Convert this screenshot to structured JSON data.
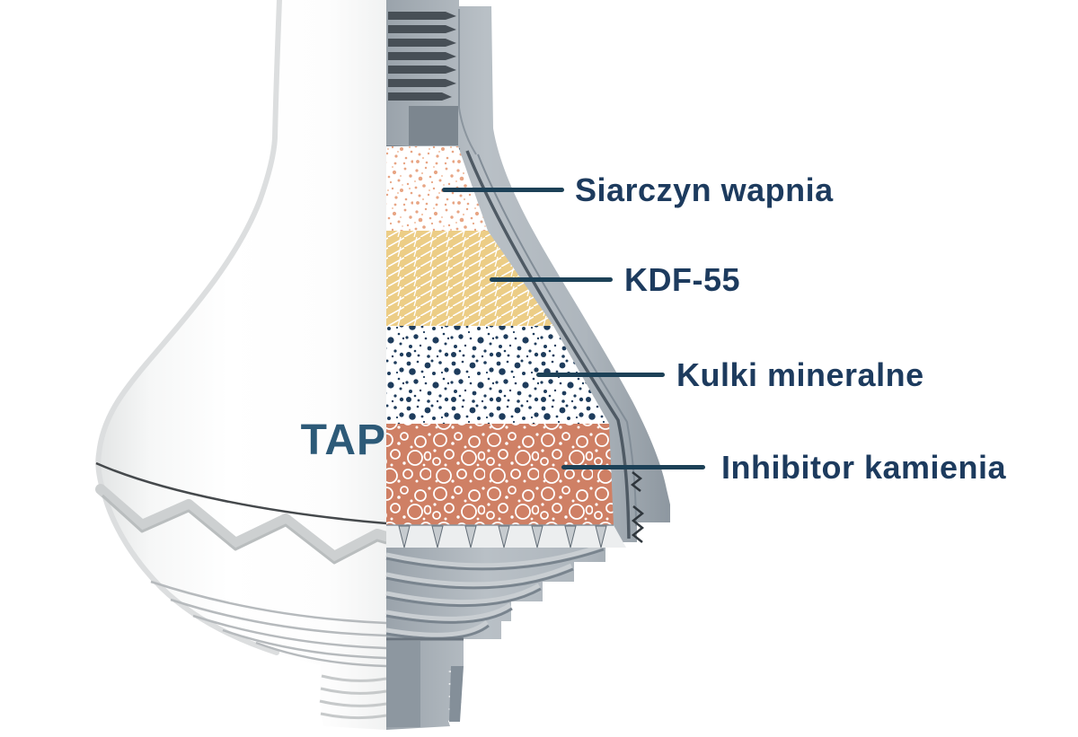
{
  "brand": {
    "text": "TAP"
  },
  "labels": [
    {
      "id": "siarczyn-wapnia",
      "text": "Siarczyn wapnia"
    },
    {
      "id": "kdf-55",
      "text": "KDF-55"
    },
    {
      "id": "kulki-mineralne",
      "text": "Kulki mineralne"
    },
    {
      "id": "inhibitor-kamienia",
      "text": "Inhibitor kamienia"
    }
  ],
  "colors": {
    "label_text": "#1d3b5e",
    "leader_line": "#1d4157",
    "brand_text": "#2d5a78",
    "housing_gray": "#a9b2ba",
    "housing_seam": "#4f5a64",
    "layer_siarczyn_speckle": "#e8a584",
    "layer_kdf_background": "#eccd86",
    "layer_kulki_dot": "#1e3c5c",
    "layer_inhibitor_background": "#cf8065"
  }
}
